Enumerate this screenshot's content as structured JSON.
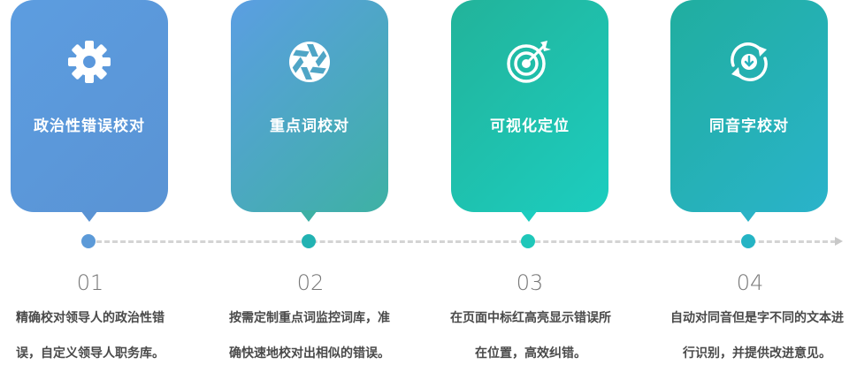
{
  "steps": [
    {
      "title": "政治性错误校对",
      "number": "01",
      "desc_line1": "精确校对领导人的政治性错",
      "desc_line2": "误，自定义领导人职务库。",
      "icon": "gear-icon"
    },
    {
      "title": "重点词校对",
      "number": "02",
      "desc_line1": "按需定制重点词监控词库，准",
      "desc_line2": "确快速地校对出相似的错误。",
      "icon": "aperture-icon"
    },
    {
      "title": "可视化定位",
      "number": "03",
      "desc_line1": "在页面中标红高亮显示错误所",
      "desc_line2": "在位置，高效纠错。",
      "icon": "target-icon"
    },
    {
      "title": "同音字校对",
      "number": "04",
      "desc_line1": "自动对同音但是字不同的文本进",
      "desc_line2": "行识别，并提供改进意见。",
      "icon": "sync-download-icon"
    }
  ],
  "colors": {
    "card1": "#5a93d4",
    "card2": "#3eb1a4",
    "card3": "#1ccdbf",
    "card4": "#2ab3ca",
    "timeline": "#d4d4d4"
  }
}
